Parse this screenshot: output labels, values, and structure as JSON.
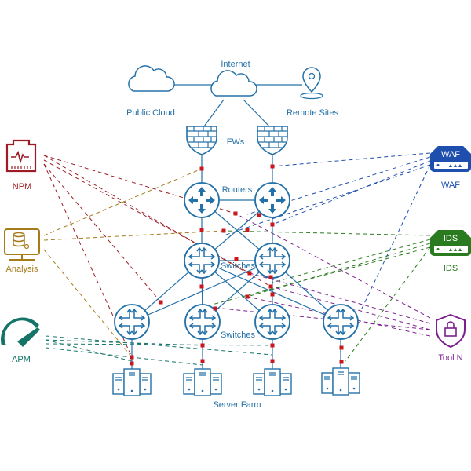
{
  "labels": {
    "internet": "Internet",
    "public_cloud": "Public Cloud",
    "remote_sites": "Remote Sites",
    "fws": "FWs",
    "routers": "Routers",
    "agg_switches": "Switches",
    "access_switches": "Switches",
    "server_farm": "Server Farm"
  },
  "tools": {
    "npm": {
      "label": "NPM",
      "color": "#9b1c24"
    },
    "analysis": {
      "label": "Analysis",
      "color": "#a67c1b"
    },
    "apm": {
      "label": "APM",
      "color": "#157468"
    },
    "waf": {
      "label": "WAF",
      "badge": "WAF",
      "color": "#1e4fae"
    },
    "ids": {
      "label": "IDS",
      "badge": "IDS",
      "color": "#2a7a1f"
    },
    "tool_n": {
      "label": "Tool N",
      "color": "#7b1f8e"
    }
  },
  "colors": {
    "network": "#2471a8",
    "tap": "#c8171e"
  }
}
